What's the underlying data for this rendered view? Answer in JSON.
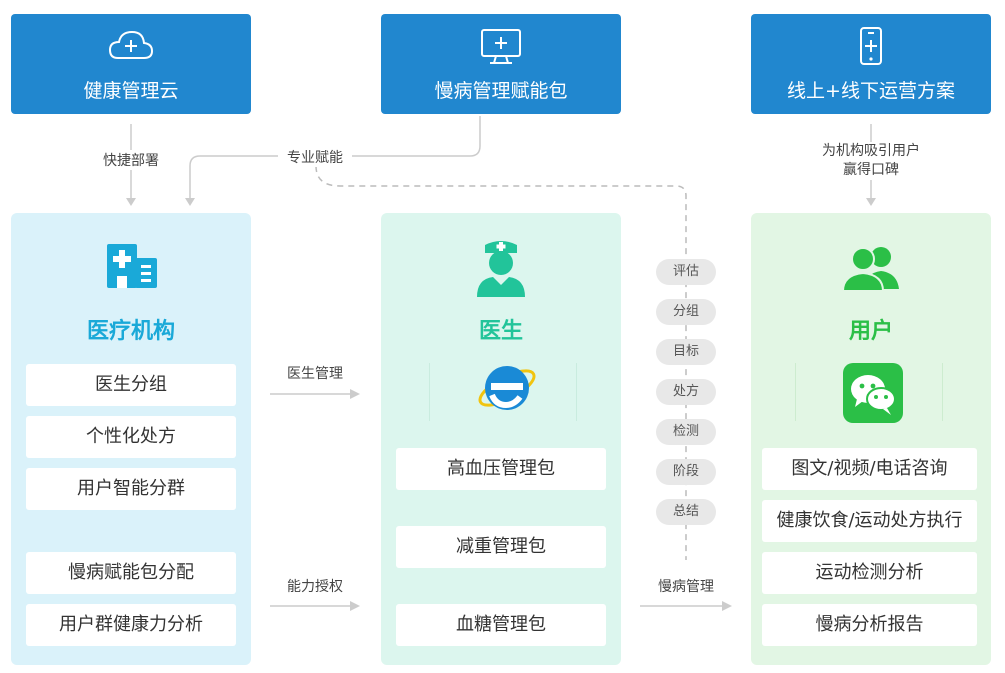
{
  "top": {
    "cloud_label": "健康管理云",
    "package_label": "慢病管理赋能包",
    "ops_label": "线上+线下运营方案"
  },
  "notes": {
    "fast_deploy": "快捷部署",
    "pro_empower": "专业赋能",
    "attract_line1": "为机构吸引用户",
    "attract_line2": "赢得口碑",
    "doctor_mgmt": "医生管理",
    "capability": "能力授权",
    "chronic_mgmt": "慢病管理"
  },
  "institution": {
    "title": "医疗机构",
    "items": [
      "医生分组",
      "个性化处方",
      "用户智能分群",
      "慢病赋能包分配",
      "用户群健康力分析"
    ]
  },
  "doctor": {
    "title": "医生",
    "items": [
      "高血压管理包",
      "减重管理包",
      "血糖管理包"
    ]
  },
  "user": {
    "title": "用户",
    "items": [
      "图文/视频/电话咨询",
      "健康饮食/运动处方执行",
      "运动检测分析",
      "慢病分析报告"
    ]
  },
  "steps": [
    "评估",
    "分组",
    "目标",
    "处方",
    "检测",
    "阶段",
    "总结"
  ],
  "colors": {
    "top_box": "#2187cf",
    "institution_title": "#1aa9d8",
    "doctor_title": "#22c49a",
    "user_title": "#2bbf47"
  }
}
